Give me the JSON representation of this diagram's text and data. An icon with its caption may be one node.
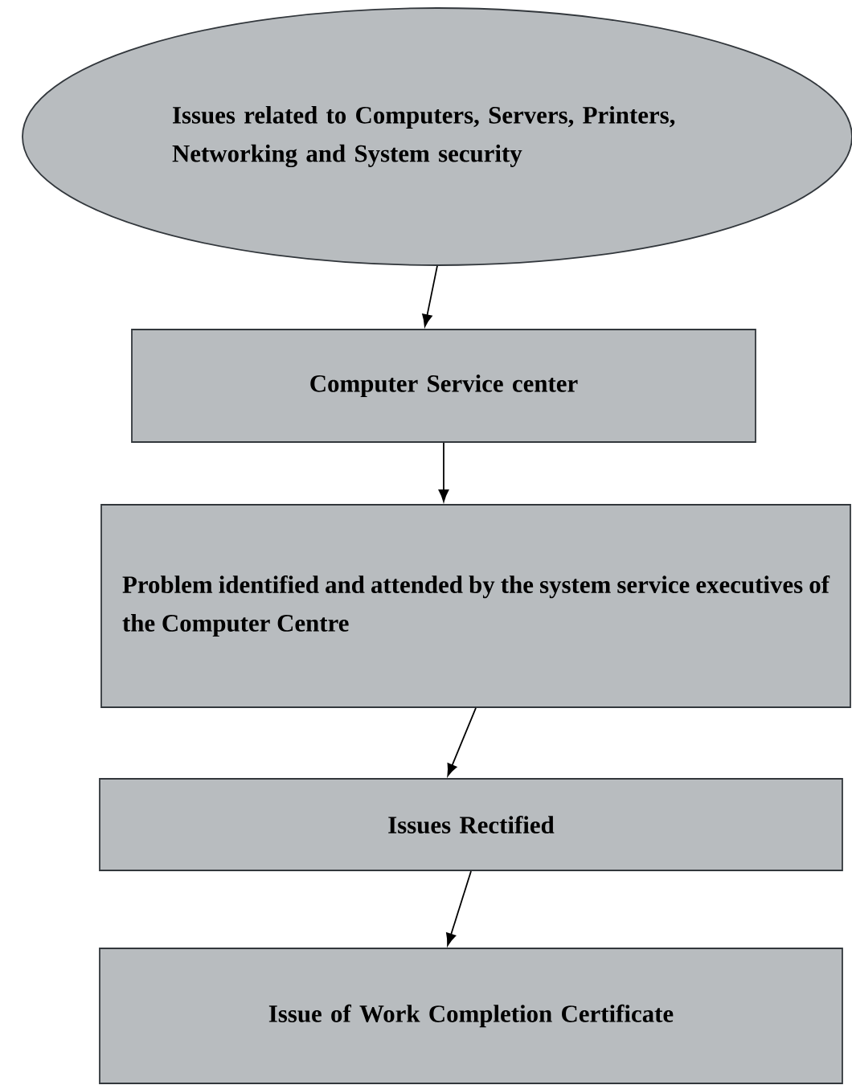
{
  "diagram": {
    "nodes": [
      {
        "text": [
          "Issues related to Computers, Servers, Printers, Networking and System security"
        ]
      },
      {
        "text": [
          "Computer Service center"
        ]
      },
      {
        "text": [
          "Problem identified and attended by the system service executives of the Computer Centre"
        ]
      },
      {
        "text": [
          "Issues Rectified"
        ]
      },
      {
        "text": [
          "Issue of Work Completion Certificate"
        ]
      }
    ],
    "edges": [
      {
        "from": 0,
        "to": 1,
        "arrow": "to"
      },
      {
        "from": 1,
        "to": 2,
        "arrow": "to"
      },
      {
        "from": 2,
        "to": 3,
        "arrow": "to"
      },
      {
        "from": 3,
        "to": 4,
        "arrow": "to"
      }
    ]
  }
}
